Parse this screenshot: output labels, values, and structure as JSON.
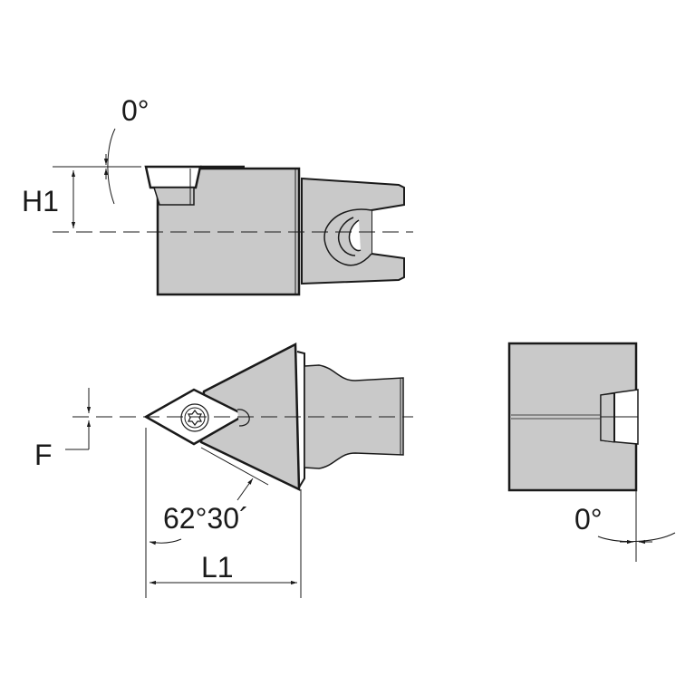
{
  "diagram": {
    "title": "Cutting unit with VxMT insert - dimension drawing",
    "colors": {
      "fill": "#c9c9c9",
      "stroke": "#1a1a1a",
      "insert_fill": "#ffffff",
      "background": "#ffffff"
    },
    "views": {
      "side": {
        "labels": {
          "height": "H1",
          "angle": "0°"
        }
      },
      "top": {
        "labels": {
          "offset": "F",
          "lead_angle": "62°30´",
          "length": "L1"
        }
      },
      "front": {
        "labels": {
          "angle": "0°"
        }
      }
    }
  }
}
